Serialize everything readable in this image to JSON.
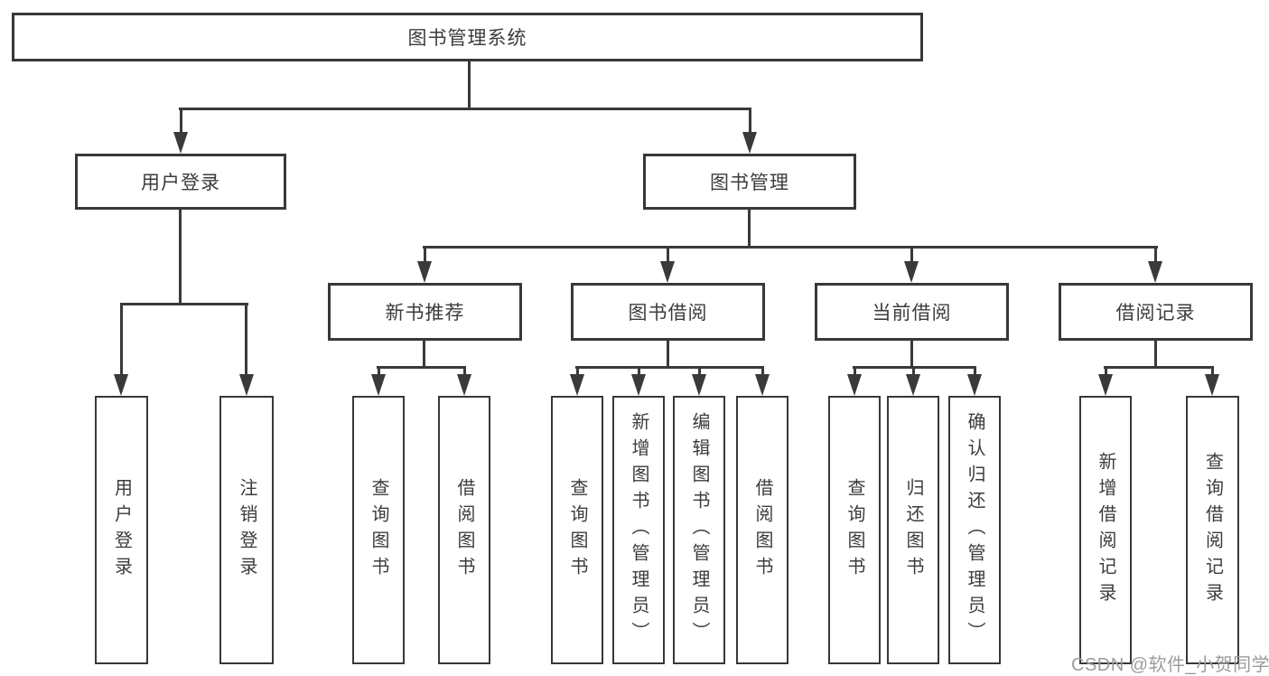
{
  "colors": {
    "line": "#3a3a3a",
    "border": "#383838",
    "text": "#3c3c3c",
    "background": "#ffffff",
    "watermark": "#9c9c9c"
  },
  "tree": {
    "root": {
      "label": "图书管理系统"
    },
    "branches": [
      {
        "label": "用户登录",
        "leaves": [
          {
            "label": "用户登录"
          },
          {
            "label": "注销登录"
          }
        ]
      },
      {
        "label": "图书管理",
        "groups": [
          {
            "label": "新书推荐",
            "leaves": [
              {
                "label": "查询图书"
              },
              {
                "label": "借阅图书"
              }
            ]
          },
          {
            "label": "图书借阅",
            "leaves": [
              {
                "label": "查询图书"
              },
              {
                "label": "新增图书（管理员）"
              },
              {
                "label": "编辑图书（管理员）"
              },
              {
                "label": "借阅图书"
              }
            ]
          },
          {
            "label": "当前借阅",
            "leaves": [
              {
                "label": "查询图书"
              },
              {
                "label": "归还图书"
              },
              {
                "label": "确认归还（管理员）"
              }
            ]
          },
          {
            "label": "借阅记录",
            "leaves": [
              {
                "label": "新增借阅记录"
              },
              {
                "label": "查询借阅记录"
              }
            ]
          }
        ]
      }
    ]
  },
  "watermark": {
    "text": "CSDN @软件_小贺同学"
  }
}
